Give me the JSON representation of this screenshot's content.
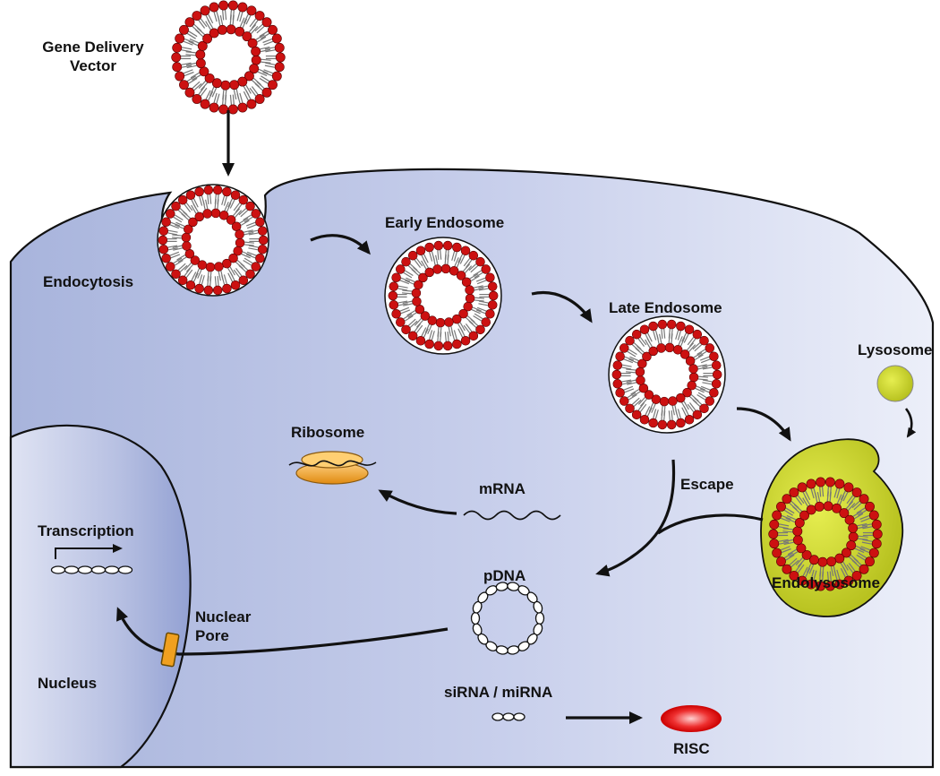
{
  "labels": {
    "gene_delivery_vector": "Gene Delivery\nVector",
    "endocytosis": "Endocytosis",
    "early_endosome": "Early Endosome",
    "late_endosome": "Late Endosome",
    "lysosome": "Lysosome",
    "endolysosome": "Endolysosome",
    "ribosome": "Ribosome",
    "mrna": "mRNA",
    "escape": "Escape",
    "transcription": "Transcription",
    "pdna": "pDNA",
    "nuclear_pore": "Nuclear\nPore",
    "nucleus": "Nucleus",
    "sirna": "siRNA / miRNA",
    "risc": "RISC"
  },
  "colors": {
    "head": "#cc1111",
    "tail": "#777777",
    "cytoplasm": "#c8d0ea",
    "nucleus": "#aab5dc",
    "lysosome": "#c8d22a",
    "ribosome": "#f0a030",
    "pore": "#f0a020",
    "risc": "#e01010"
  },
  "icons": [
    "liposome-icon",
    "ribosome-icon",
    "plasmid-icon",
    "risc-icon",
    "nuclear-pore-icon"
  ]
}
